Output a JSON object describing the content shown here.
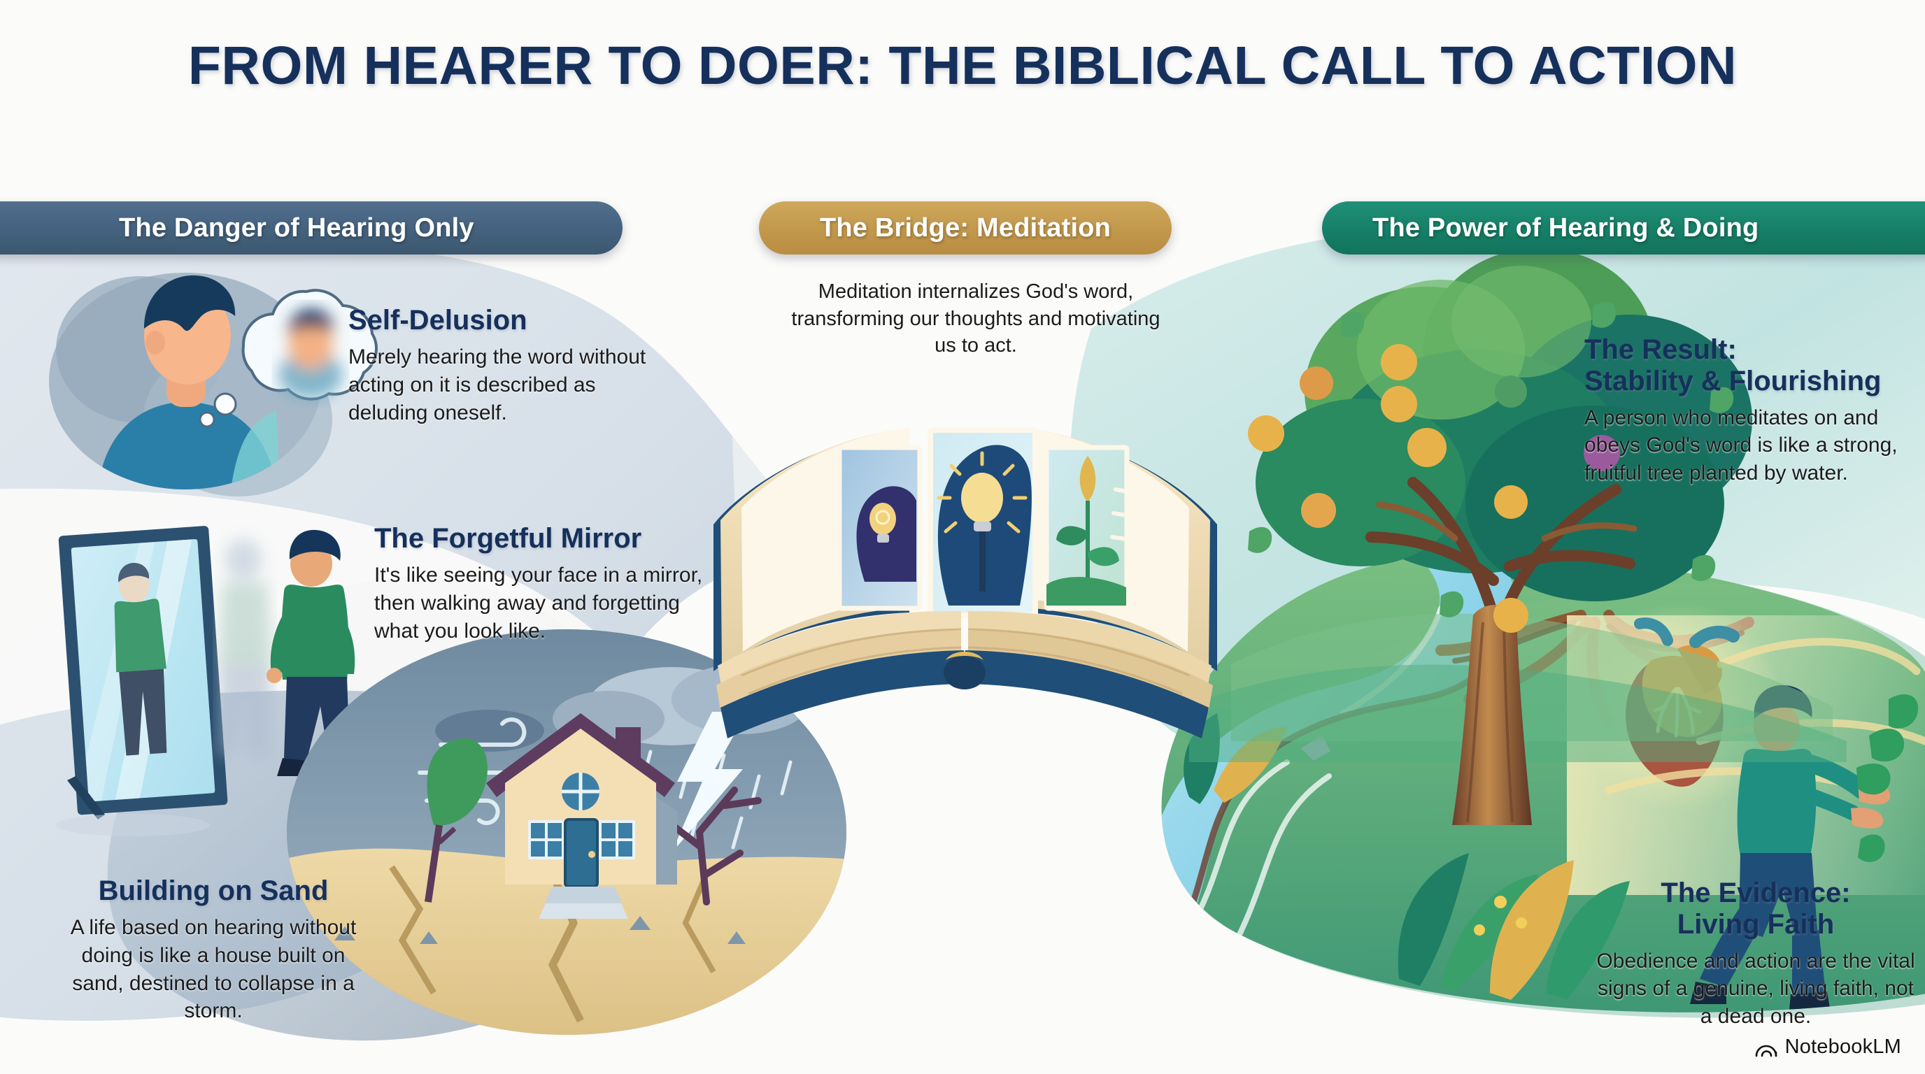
{
  "page": {
    "title": "From Hearer to Doer: The Biblical Call to Action",
    "background_color": "#fbfbf9",
    "heading_color": "#16305c",
    "body_text_color": "#1b1b1b"
  },
  "banners": [
    {
      "id": "left",
      "label": "The Danger of Hearing Only",
      "color": "#456380"
    },
    {
      "id": "mid",
      "label": "The Bridge: Meditation",
      "color": "#c3994c"
    },
    {
      "id": "right",
      "label": "The Power of Hearing & Doing",
      "color": "#178068"
    }
  ],
  "left_section": {
    "blocks": [
      {
        "heading": "Self-Delusion",
        "body": "Merely hearing the word without acting on it is described as deluding oneself.",
        "illustration": "man-with-thought-bubble"
      },
      {
        "heading": "The Forgetful Mirror",
        "body": "It's like seeing your face in a mirror, then walking away and forgetting what you look like.",
        "illustration": "mirror-and-walking-man"
      },
      {
        "heading": "Building on Sand",
        "body": "A life based on hearing without doing is like a house built on sand, destined to collapse in a storm.",
        "illustration": "house-on-cracked-sand-in-storm"
      }
    ]
  },
  "center_section": {
    "body": "Meditation internalizes God's word, transforming our thoughts and motivating us to act.",
    "illustration": "open-book-with-three-panels"
  },
  "right_section": {
    "blocks": [
      {
        "heading": "The Result:\nStability & Flourishing",
        "heading_line1": "The Result:",
        "heading_line2": "Stability & Flourishing",
        "body": "A person who meditates on and obeys God's word is like a strong, fruitful tree planted by water.",
        "illustration": "fruitful-tree-by-river"
      },
      {
        "heading_line1": "The Evidence:",
        "heading_line2": "Living Faith",
        "body": "Obedience and action are the vital signs of a genuine, living faith, not a dead one.",
        "illustration": "glowing-heart-and-reaching-man"
      }
    ]
  },
  "watermark": {
    "label": "NotebookLM",
    "icon": "notebooklm-arc-icon"
  }
}
